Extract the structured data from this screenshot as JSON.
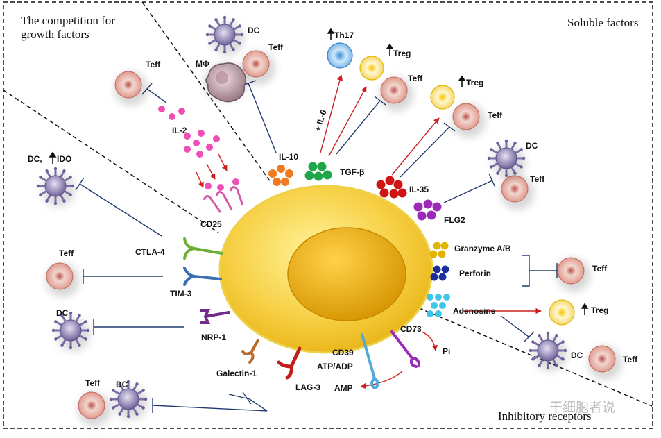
{
  "regions": {
    "competition": "The competition for growth factors",
    "competition_line1": "The competition for",
    "competition_line2": "growth factors",
    "soluble": "Soluble factors",
    "inhibitory": "Inhibitory receptors"
  },
  "cells": {
    "teff": "Teff",
    "dc": "DC",
    "dc_ido": "DC,",
    "ido": "IDO",
    "macrophage": "MΦ",
    "th17": "Th17",
    "treg": "Treg"
  },
  "factors": {
    "il2": "IL-2",
    "il10": "IL-10",
    "il6": "+ IL-6",
    "tgfb": "TGF-β",
    "il35": "IL-35",
    "flg2": "FLG2",
    "granzyme": "Granzyme A/B",
    "perforin": "Perforin",
    "adenosine": "Adenosine",
    "atp_adp": "ATP/ADP",
    "amp": "AMP",
    "pi": "Pi"
  },
  "receptors": {
    "cd25": "CD25",
    "ctla4": "CTLA-4",
    "tim3": "TIM-3",
    "nrp1": "NRP-1",
    "galectin1": "Galectin-1",
    "lag3": "LAG-3",
    "cd39": "CD39",
    "cd73": "CD73"
  },
  "watermark": "干细胞者说",
  "colors": {
    "treg_body": "#f5c518",
    "treg_nucleus": "#e8a800",
    "teff": "#d9847a",
    "dc": "#8e83b8",
    "il2": "#ef4fb5",
    "il10": "#ef7a1f",
    "tgfb": "#1fa64a",
    "il35": "#d11515",
    "flg2": "#9b2ab8",
    "granzyme": "#e0b400",
    "perforin": "#1c2f9c",
    "adenosine": "#3ec6ea",
    "inhibit_line": "#1f3a6e",
    "activate_arrow": "#cc1e1e"
  }
}
